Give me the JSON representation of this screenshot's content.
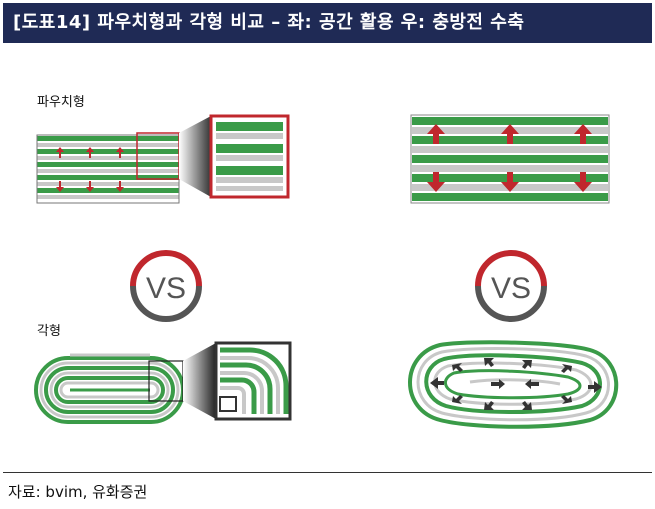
{
  "header": {
    "title": "[도표14] 파우치형과 각형 비교 – 좌: 공간 활용 우: 충방전 수축"
  },
  "labels": {
    "pouch": "파우치형",
    "prismatic": "각형"
  },
  "vs": {
    "left": "VS",
    "right": "VS"
  },
  "footer": {
    "source": "자료: bvim, 유화증권"
  },
  "colors": {
    "title_bg": "#1f2a55",
    "green": "#3a9b48",
    "gray": "#c8c8c8",
    "red": "#c0272d",
    "dark": "#444444"
  }
}
